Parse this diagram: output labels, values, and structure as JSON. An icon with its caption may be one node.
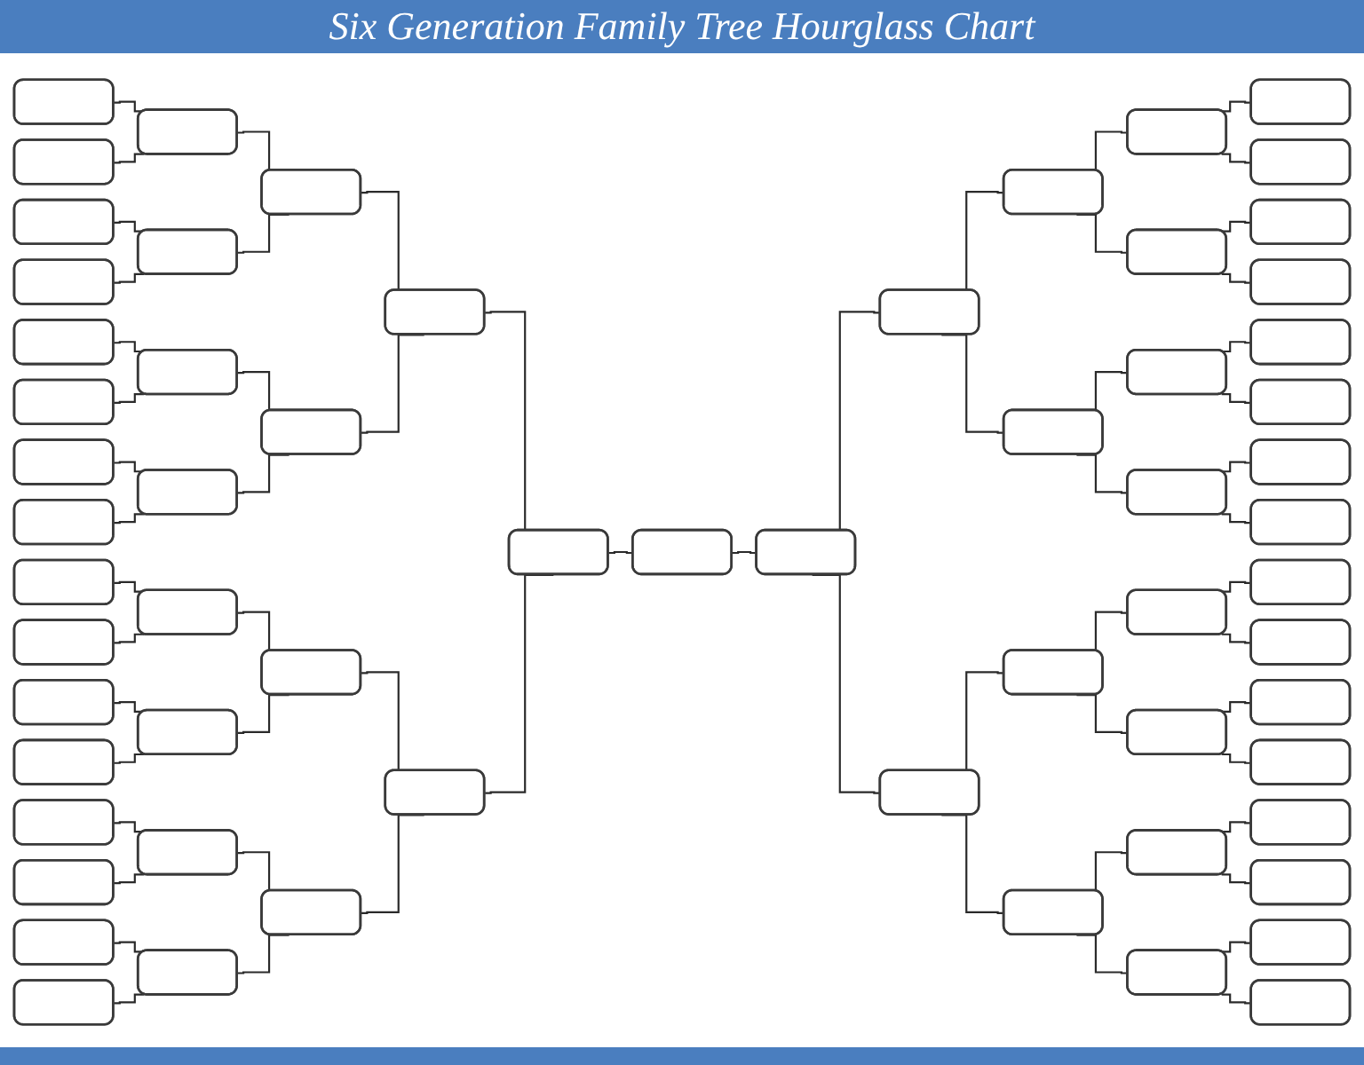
{
  "diagram": {
    "title": "Six Generation Family Tree Hourglass Chart",
    "nodes": [
      {
        "text": [],
        "shape": "box"
      },
      {
        "text": [],
        "shape": "box"
      },
      {
        "text": [],
        "shape": "box"
      },
      {
        "text": [],
        "shape": "box"
      },
      {
        "text": [],
        "shape": "box"
      },
      {
        "text": [],
        "shape": "box"
      },
      {
        "text": [],
        "shape": "box"
      },
      {
        "text": [],
        "shape": "box"
      },
      {
        "text": [],
        "shape": "box"
      },
      {
        "text": [],
        "shape": "box"
      },
      {
        "text": [],
        "shape": "box"
      },
      {
        "text": [],
        "shape": "box"
      },
      {
        "text": [],
        "shape": "box"
      },
      {
        "text": [],
        "shape": "box"
      },
      {
        "text": [],
        "shape": "box"
      },
      {
        "text": [],
        "shape": "box"
      },
      {
        "text": [],
        "shape": "box"
      },
      {
        "text": [],
        "shape": "box"
      },
      {
        "text": [],
        "shape": "box"
      },
      {
        "text": [],
        "shape": "box"
      },
      {
        "text": [],
        "shape": "box"
      },
      {
        "text": [],
        "shape": "box"
      },
      {
        "text": [],
        "shape": "box"
      },
      {
        "text": [],
        "shape": "box"
      },
      {
        "text": [],
        "shape": "box"
      },
      {
        "text": [],
        "shape": "box"
      },
      {
        "text": [],
        "shape": "box"
      },
      {
        "text": [],
        "shape": "box"
      },
      {
        "text": [],
        "shape": "box"
      },
      {
        "text": [],
        "shape": "box"
      },
      {
        "text": [],
        "shape": "box"
      },
      {
        "text": [],
        "shape": "box"
      },
      {
        "text": [],
        "shape": "box"
      },
      {
        "text": [],
        "shape": "box"
      },
      {
        "text": [],
        "shape": "box"
      },
      {
        "text": [],
        "shape": "box"
      },
      {
        "text": [],
        "shape": "box"
      },
      {
        "text": [],
        "shape": "box"
      },
      {
        "text": [],
        "shape": "box"
      },
      {
        "text": [],
        "shape": "box"
      },
      {
        "text": [],
        "shape": "box"
      },
      {
        "text": [],
        "shape": "box"
      },
      {
        "text": [],
        "shape": "box"
      },
      {
        "text": [],
        "shape": "box"
      },
      {
        "text": [],
        "shape": "box"
      },
      {
        "text": [],
        "shape": "box"
      },
      {
        "text": [],
        "shape": "box"
      },
      {
        "text": [],
        "shape": "box"
      },
      {
        "text": [],
        "shape": "box"
      },
      {
        "text": [],
        "shape": "box"
      },
      {
        "text": [],
        "shape": "box"
      },
      {
        "text": [],
        "shape": "box"
      },
      {
        "text": [],
        "shape": "box"
      },
      {
        "text": [],
        "shape": "box"
      },
      {
        "text": [],
        "shape": "box"
      },
      {
        "text": [],
        "shape": "box"
      },
      {
        "text": [],
        "shape": "box"
      },
      {
        "text": [],
        "shape": "box"
      },
      {
        "text": [],
        "shape": "box"
      },
      {
        "text": [],
        "shape": "box"
      },
      {
        "text": [],
        "shape": "box"
      },
      {
        "text": [],
        "shape": "box"
      },
      {
        "text": [],
        "shape": "box"
      }
    ],
    "edges": [
      {
        "from": 0,
        "to": 16,
        "arrow": "none"
      },
      {
        "from": 1,
        "to": 16,
        "arrow": "none"
      },
      {
        "from": 2,
        "to": 17,
        "arrow": "none"
      },
      {
        "from": 3,
        "to": 17,
        "arrow": "none"
      },
      {
        "from": 4,
        "to": 18,
        "arrow": "none"
      },
      {
        "from": 5,
        "to": 18,
        "arrow": "none"
      },
      {
        "from": 6,
        "to": 19,
        "arrow": "none"
      },
      {
        "from": 7,
        "to": 19,
        "arrow": "none"
      },
      {
        "from": 8,
        "to": 20,
        "arrow": "none"
      },
      {
        "from": 9,
        "to": 20,
        "arrow": "none"
      },
      {
        "from": 10,
        "to": 21,
        "arrow": "none"
      },
      {
        "from": 11,
        "to": 21,
        "arrow": "none"
      },
      {
        "from": 12,
        "to": 22,
        "arrow": "none"
      },
      {
        "from": 13,
        "to": 22,
        "arrow": "none"
      },
      {
        "from": 14,
        "to": 23,
        "arrow": "none"
      },
      {
        "from": 15,
        "to": 23,
        "arrow": "none"
      },
      {
        "from": 16,
        "to": 24,
        "arrow": "none"
      },
      {
        "from": 17,
        "to": 24,
        "arrow": "none"
      },
      {
        "from": 18,
        "to": 25,
        "arrow": "none"
      },
      {
        "from": 19,
        "to": 25,
        "arrow": "none"
      },
      {
        "from": 20,
        "to": 26,
        "arrow": "none"
      },
      {
        "from": 21,
        "to": 26,
        "arrow": "none"
      },
      {
        "from": 22,
        "to": 27,
        "arrow": "none"
      },
      {
        "from": 23,
        "to": 27,
        "arrow": "none"
      },
      {
        "from": 24,
        "to": 28,
        "arrow": "none"
      },
      {
        "from": 25,
        "to": 28,
        "arrow": "none"
      },
      {
        "from": 26,
        "to": 29,
        "arrow": "none"
      },
      {
        "from": 27,
        "to": 29,
        "arrow": "none"
      },
      {
        "from": 28,
        "to": 30,
        "arrow": "none"
      },
      {
        "from": 29,
        "to": 30,
        "arrow": "none"
      },
      {
        "from": 30,
        "to": 31,
        "arrow": "none"
      },
      {
        "from": 31,
        "to": 32,
        "arrow": "none"
      },
      {
        "from": 32,
        "to": 33,
        "arrow": "none"
      },
      {
        "from": 32,
        "to": 34,
        "arrow": "none"
      },
      {
        "from": 33,
        "to": 35,
        "arrow": "none"
      },
      {
        "from": 33,
        "to": 36,
        "arrow": "none"
      },
      {
        "from": 34,
        "to": 37,
        "arrow": "none"
      },
      {
        "from": 34,
        "to": 38,
        "arrow": "none"
      },
      {
        "from": 35,
        "to": 39,
        "arrow": "none"
      },
      {
        "from": 35,
        "to": 40,
        "arrow": "none"
      },
      {
        "from": 36,
        "to": 41,
        "arrow": "none"
      },
      {
        "from": 36,
        "to": 42,
        "arrow": "none"
      },
      {
        "from": 37,
        "to": 43,
        "arrow": "none"
      },
      {
        "from": 37,
        "to": 44,
        "arrow": "none"
      },
      {
        "from": 38,
        "to": 45,
        "arrow": "none"
      },
      {
        "from": 38,
        "to": 46,
        "arrow": "none"
      },
      {
        "from": 39,
        "to": 47,
        "arrow": "none"
      },
      {
        "from": 39,
        "to": 48,
        "arrow": "none"
      },
      {
        "from": 40,
        "to": 49,
        "arrow": "none"
      },
      {
        "from": 40,
        "to": 50,
        "arrow": "none"
      },
      {
        "from": 41,
        "to": 51,
        "arrow": "none"
      },
      {
        "from": 41,
        "to": 52,
        "arrow": "none"
      },
      {
        "from": 42,
        "to": 53,
        "arrow": "none"
      },
      {
        "from": 42,
        "to": 54,
        "arrow": "none"
      },
      {
        "from": 43,
        "to": 55,
        "arrow": "none"
      },
      {
        "from": 43,
        "to": 56,
        "arrow": "none"
      },
      {
        "from": 44,
        "to": 57,
        "arrow": "none"
      },
      {
        "from": 44,
        "to": 58,
        "arrow": "none"
      },
      {
        "from": 45,
        "to": 59,
        "arrow": "none"
      },
      {
        "from": 45,
        "to": 60,
        "arrow": "none"
      },
      {
        "from": 46,
        "to": 61,
        "arrow": "none"
      },
      {
        "from": 46,
        "to": 62,
        "arrow": "none"
      }
    ]
  }
}
